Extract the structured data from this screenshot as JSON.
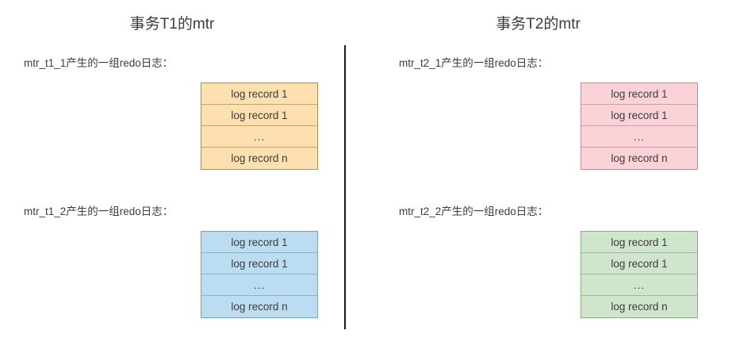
{
  "diagram": {
    "title_left": "事务T1的mtr",
    "title_right": "事务T2的mtr",
    "divider": "vertical-separator"
  },
  "groups": [
    {
      "id": "mtr_t1_1",
      "caption": "mtr_t1_1产生的一组redo日志：",
      "color_name": "orange",
      "fill": "#fce0b0",
      "border": "#b5895a",
      "records": [
        "log record 1",
        "log record 1",
        "...",
        "log record n"
      ]
    },
    {
      "id": "mtr_t1_2",
      "caption": "mtr_t1_2产生的一组redo日志：",
      "color_name": "blue",
      "fill": "#bcdcf2",
      "border": "#7f9fb5",
      "records": [
        "log record 1",
        "log record 1",
        "...",
        "log record n"
      ]
    },
    {
      "id": "mtr_t2_1",
      "caption": "mtr_t2_1产生的一组redo日志：",
      "color_name": "pink",
      "fill": "#fad2d8",
      "border": "#b78e95",
      "records": [
        "log record 1",
        "log record 1",
        "...",
        "log record n"
      ]
    },
    {
      "id": "mtr_t2_2",
      "caption": "mtr_t2_2产生的一组redo日志：",
      "color_name": "green",
      "fill": "#cfe6cc",
      "border": "#8da98a",
      "records": [
        "log record 1",
        "log record 1",
        "...",
        "log record n"
      ]
    }
  ]
}
